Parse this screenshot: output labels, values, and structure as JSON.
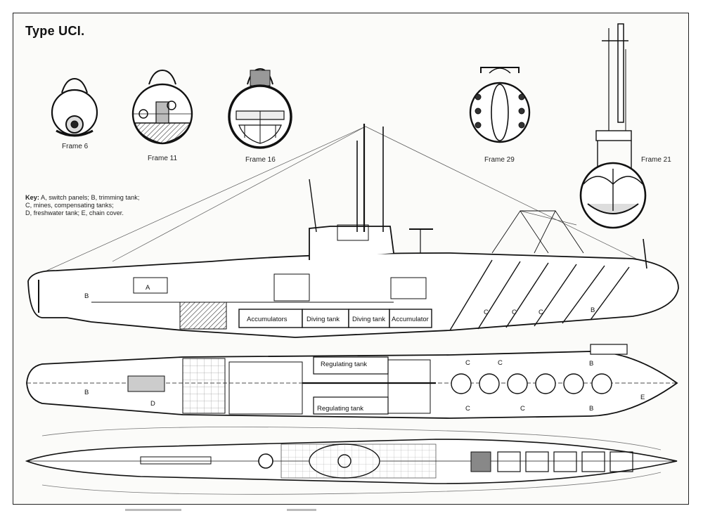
{
  "title": "Type UCI.",
  "frames": [
    {
      "id": "frame-6",
      "label": "Frame 6"
    },
    {
      "id": "frame-11",
      "label": "Frame 11"
    },
    {
      "id": "frame-16",
      "label": "Frame 16"
    },
    {
      "id": "frame-29",
      "label": "Frame 29"
    },
    {
      "id": "frame-21",
      "label": "Frame 21"
    }
  ],
  "key": {
    "heading": "Key:",
    "lines": [
      "A, switch panels; B, trimming tank;",
      "C, mines, compensating tanks;",
      "D, freshwater tank; E, chain cover."
    ]
  },
  "side_view": {
    "compartments": [
      "Accumulators",
      "Diving tank",
      "Diving tank",
      "Accumulator"
    ],
    "letters": [
      "A",
      "B",
      "C",
      "C",
      "C",
      "B"
    ]
  },
  "plan_view": {
    "tanks": [
      "Regulating tank",
      "Regulating tank"
    ],
    "letters": [
      "B",
      "D",
      "C",
      "C",
      "C",
      "C",
      "B",
      "B",
      "E"
    ]
  }
}
